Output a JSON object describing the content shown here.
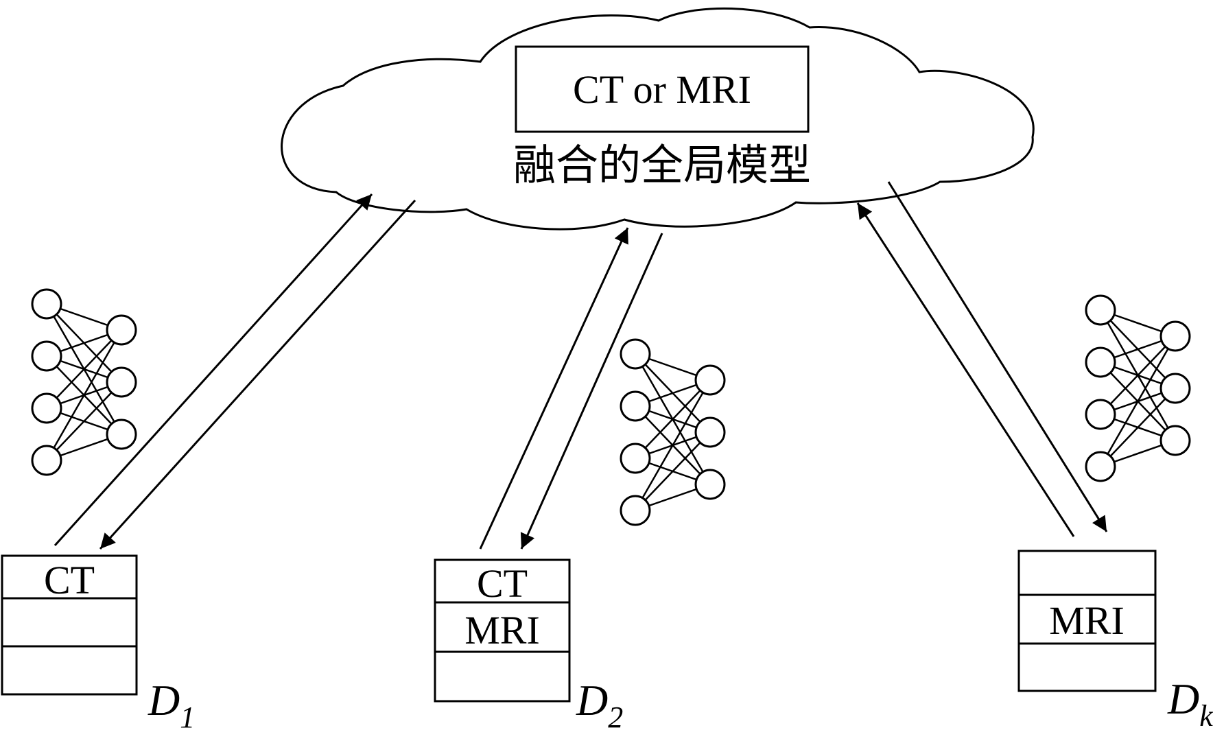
{
  "global_model": {
    "box_label": "CT or MRI",
    "caption": "融合的全局模型"
  },
  "clients": [
    {
      "id": "D1",
      "letter": "D",
      "subscript": "1",
      "cells": [
        "CT",
        "",
        ""
      ]
    },
    {
      "id": "D2",
      "letter": "D",
      "subscript": "2",
      "cells": [
        "CT",
        "MRI",
        ""
      ]
    },
    {
      "id": "Dk",
      "letter": "D",
      "subscript": "k",
      "cells": [
        "",
        "MRI",
        ""
      ]
    }
  ],
  "neural_net": {
    "input_nodes": 4,
    "output_nodes": 3
  }
}
